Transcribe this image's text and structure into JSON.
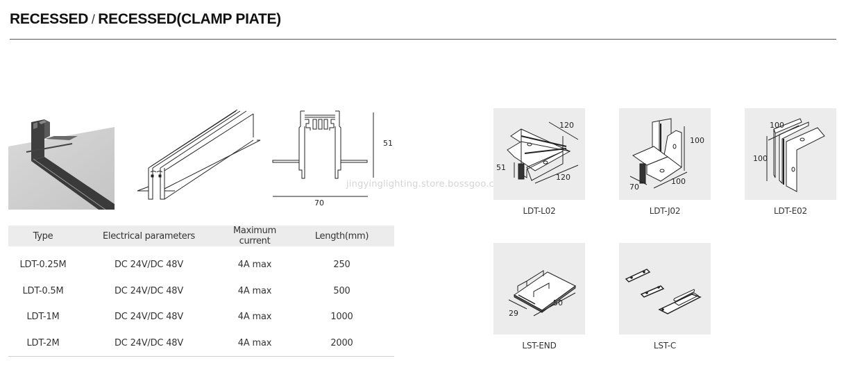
{
  "header": {
    "title_part1": "RECESSED",
    "separator": " / ",
    "title_part2": "RECESSED(CLAMP PIATE)"
  },
  "figures": {
    "photo": {
      "name": "installed-track-photo"
    },
    "isometric": {
      "name": "track-isometric-drawing"
    },
    "cross_section": {
      "height_label": "51",
      "width_label": "70"
    }
  },
  "watermark": "jingyinglighting.store.bossgoo.com",
  "spec_table": {
    "headers": [
      "Type",
      "Electrical parameters",
      "Maximum current",
      "Length(mm)"
    ],
    "rows": [
      [
        "LDT-0.25M",
        "DC 24V/DC 48V",
        "4A max",
        "250"
      ],
      [
        "LDT-0.5M",
        "DC 24V/DC 48V",
        "4A max",
        "500"
      ],
      [
        "LDT-1M",
        "DC 24V/DC 48V",
        "4A max",
        "1000"
      ],
      [
        "LDT-2M",
        "DC 24V/DC 48V",
        "4A max",
        "2000"
      ]
    ]
  },
  "accessories": [
    {
      "label": "LDT-L02",
      "dims": [
        "120",
        "120",
        "51"
      ]
    },
    {
      "label": "LDT-J02",
      "dims": [
        "100",
        "100",
        "70"
      ]
    },
    {
      "label": "LDT-E02",
      "dims": [
        "100",
        "100"
      ]
    },
    {
      "label": "LST-END",
      "dims": [
        "50",
        "29"
      ]
    },
    {
      "label": "LST-C",
      "dims": []
    }
  ],
  "colors": {
    "card_bg": "#ececec",
    "table_header_bg": "#ececec",
    "rule": "#555555",
    "title": "#111111"
  }
}
